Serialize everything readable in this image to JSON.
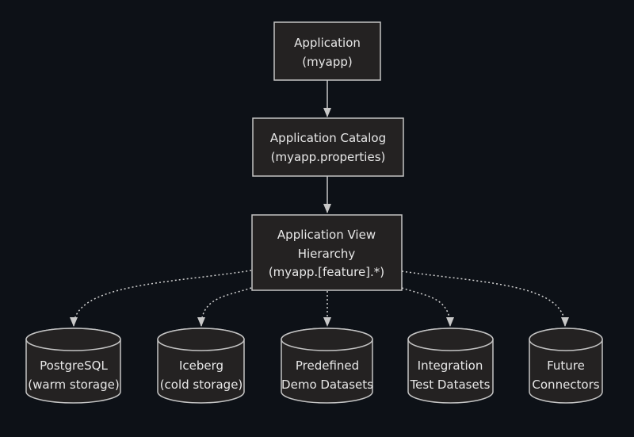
{
  "colors": {
    "background": "#0d1117",
    "node_fill": "#242222",
    "node_border": "#c4c4c4",
    "text": "#e8e8e8",
    "edge": "#c8c8c8"
  },
  "nodes": {
    "application": {
      "shape": "rectangle",
      "lines": [
        "Application",
        "(myapp)"
      ]
    },
    "catalog": {
      "shape": "rectangle",
      "lines": [
        "Application Catalog",
        "(myapp.properties)"
      ]
    },
    "hierarchy": {
      "shape": "rectangle",
      "lines": [
        "Application View",
        "Hierarchy",
        "(myapp.[feature].*)"
      ]
    },
    "postgresql": {
      "shape": "cylinder",
      "lines": [
        "PostgreSQL",
        "(warm storage)"
      ]
    },
    "iceberg": {
      "shape": "cylinder",
      "lines": [
        "Iceberg",
        "(cold storage)"
      ]
    },
    "predefined": {
      "shape": "cylinder",
      "lines": [
        "Predefined",
        "Demo Datasets"
      ]
    },
    "integration": {
      "shape": "cylinder",
      "lines": [
        "Integration",
        "Test Datasets"
      ]
    },
    "future": {
      "shape": "cylinder",
      "lines": [
        "Future",
        "Connectors"
      ]
    }
  },
  "edges": [
    {
      "from": "application",
      "to": "catalog",
      "style": "solid-arrow"
    },
    {
      "from": "catalog",
      "to": "hierarchy",
      "style": "solid-arrow"
    },
    {
      "from": "hierarchy",
      "to": "postgresql",
      "style": "dotted-arrow"
    },
    {
      "from": "hierarchy",
      "to": "iceberg",
      "style": "dotted-arrow"
    },
    {
      "from": "hierarchy",
      "to": "predefined",
      "style": "dotted-arrow"
    },
    {
      "from": "hierarchy",
      "to": "integration",
      "style": "dotted-arrow"
    },
    {
      "from": "hierarchy",
      "to": "future",
      "style": "dotted-arrow"
    }
  ]
}
